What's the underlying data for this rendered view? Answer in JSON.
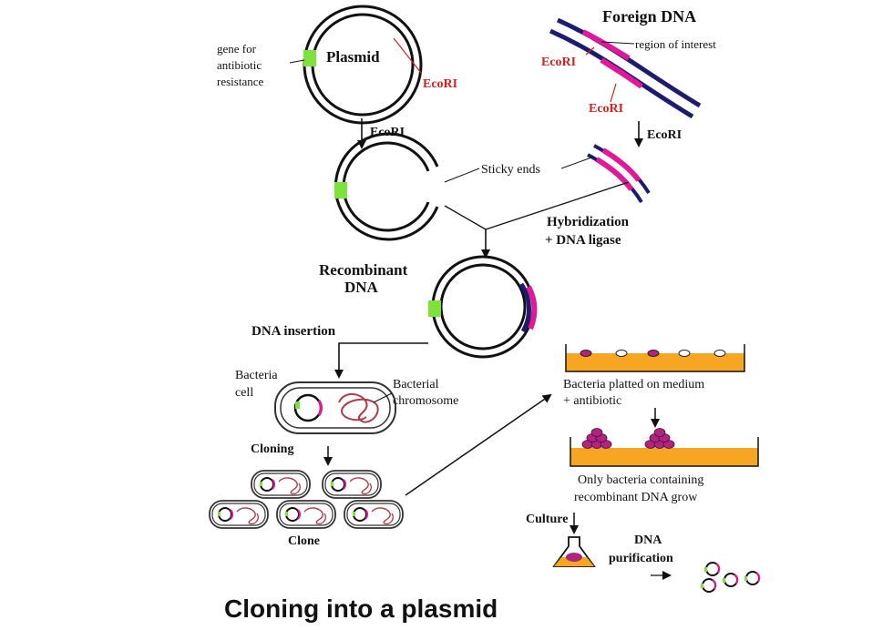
{
  "title": "Cloning into a plasmid",
  "labels": {
    "plasmid": "Plasmid",
    "gene_line1": "gene for",
    "gene_line2": "antibiotic",
    "gene_line3": "resistance",
    "ecori_plasmid": "EcoRI",
    "foreign_dna": "Foreign DNA",
    "region_of_interest": "region of interest",
    "ecori_foreign_top": "EcoRI",
    "ecori_foreign_bottom": "EcoRI",
    "arrow_ecori_left": "EcoRI",
    "arrow_ecori_right": "EcoRI",
    "sticky_ends": "Sticky ends",
    "hybridization": "Hybridization",
    "dna_ligase": "+ DNA ligase",
    "recombinant_line1": "Recombinant",
    "recombinant_line2": "DNA",
    "dna_insertion": "DNA insertion",
    "bacteria_line1": "Bacteria",
    "bacteria_line2": "cell",
    "chromosome_line1": "Bacterial",
    "chromosome_line2": "chromosome",
    "cloning": "Cloning",
    "clone": "Clone",
    "plated_line1": "Bacteria platted on medium",
    "plated_line2": "+ antibiotic",
    "only_line1": "Only bacteria containing",
    "only_line2": "recombinant DNA grow",
    "culture": "Culture",
    "purif_line1": "DNA",
    "purif_line2": "purification"
  },
  "colors": {
    "dna_strand": "#1c1c6e",
    "insert": "#e2189a",
    "resistance_gene": "#7ee23c",
    "enzyme_label": "#d71f1f",
    "medium": "#f6a623",
    "colony": "#b0237f"
  }
}
